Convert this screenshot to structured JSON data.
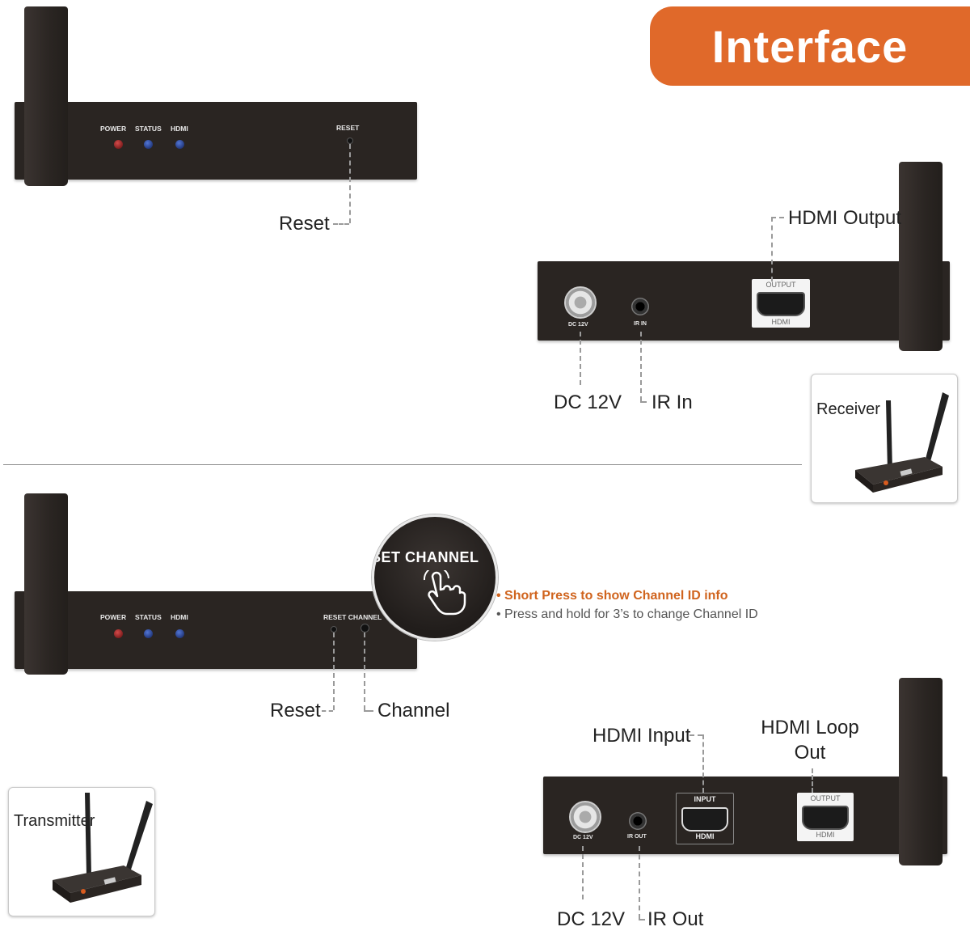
{
  "header": {
    "title": "Interface"
  },
  "colors": {
    "accent": "#e0692a",
    "device": "#2a2522",
    "led_power": "#b02a2a",
    "led_status": "#2d4bb5"
  },
  "receiver_front": {
    "panel_labels": {
      "power": "POWER",
      "status": "STATUS",
      "hdmi": "HDMI",
      "reset": "RESET"
    },
    "callouts": {
      "reset": "Reset"
    }
  },
  "receiver_back": {
    "panel_labels": {
      "dc": "DC 12V",
      "ir": "IR IN",
      "output": "OUTPUT",
      "hdmi": "HDMI"
    },
    "callouts": {
      "hdmi_output": "HDMI Output",
      "dc": "DC 12V",
      "ir": "IR In"
    }
  },
  "receiver_thumb": {
    "label": "Receiver"
  },
  "transmitter_front": {
    "panel_labels": {
      "power": "POWER",
      "status": "STATUS",
      "hdmi": "HDMI",
      "reset_channel": "RESET CHANNEL"
    },
    "zoom_text": "SET CHANNEL",
    "instructions": {
      "short_press": "• Short Press to show Channel ID info",
      "hold": "• Press and hold for 3’s to change Channel ID"
    },
    "callouts": {
      "reset": "Reset",
      "channel": "Channel"
    }
  },
  "transmitter_thumb": {
    "label": "Transmitter"
  },
  "transmitter_back": {
    "panel_labels": {
      "dc": "DC 12V",
      "ir": "IR OUT",
      "input": "INPUT",
      "hdmi_in": "HDMI",
      "output": "OUTPUT",
      "hdmi_out": "HDMI"
    },
    "callouts": {
      "hdmi_input": "HDMI Input",
      "hdmi_loop_1": "HDMI Loop",
      "hdmi_loop_2": "Out",
      "dc": "DC 12V",
      "ir": "IR Out"
    }
  }
}
